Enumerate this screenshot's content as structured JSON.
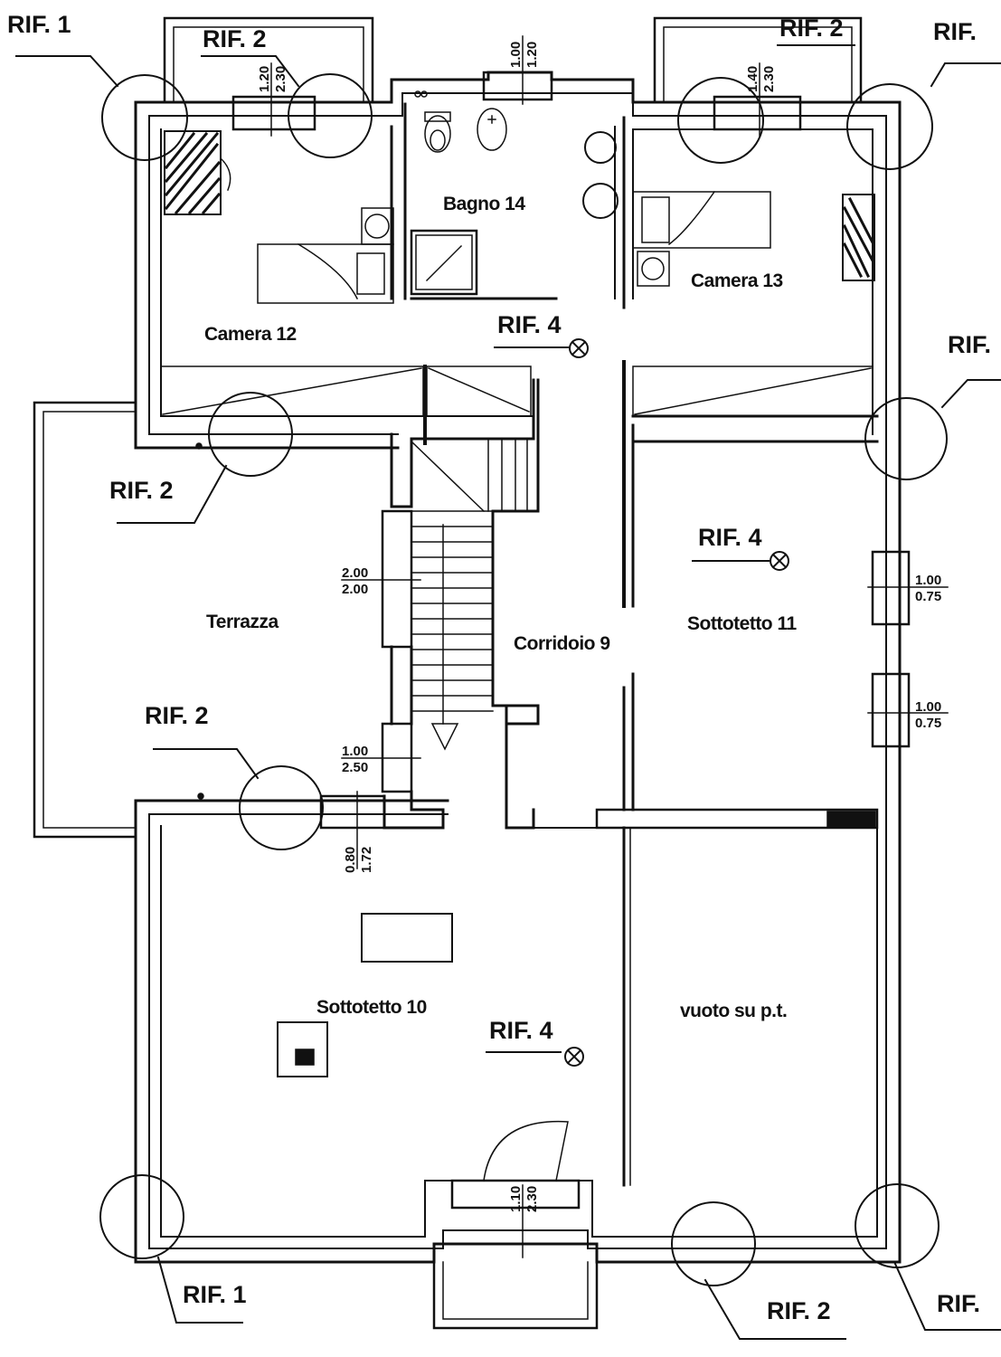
{
  "rooms": {
    "camera12": "Camera 12",
    "camera13": "Camera 13",
    "bagno14": "Bagno 14",
    "corridoio9": "Corridoio 9",
    "sottotetto11": "Sottotetto 11",
    "sottotetto10": "Sottotetto 10",
    "terrazza": "Terrazza",
    "vuoto": "vuoto su p.t."
  },
  "refs": {
    "rif1": "RIF. 1",
    "rif2": "RIF. 2",
    "rif4": "RIF. 4",
    "rif_cut": "RIF."
  },
  "dims": {
    "d_1_20": "1.20",
    "d_2_30": "2.30",
    "d_1_00": "1.00",
    "d_1_20b": "1.20",
    "d_1_40": "1.40",
    "d_2_30b": "2.30",
    "d_2_00a": "2.00",
    "d_2_00b": "2.00",
    "d_1_00c": "1.00",
    "d_2_50": "2.50",
    "d_0_80": "0.80",
    "d_1_72": "1.72",
    "d_1_00d": "1.00",
    "d_0_75a": "0.75",
    "d_1_00e": "1.00",
    "d_0_75b": "0.75",
    "d_1_10": "1.10",
    "d_2_30c": "2.30"
  }
}
